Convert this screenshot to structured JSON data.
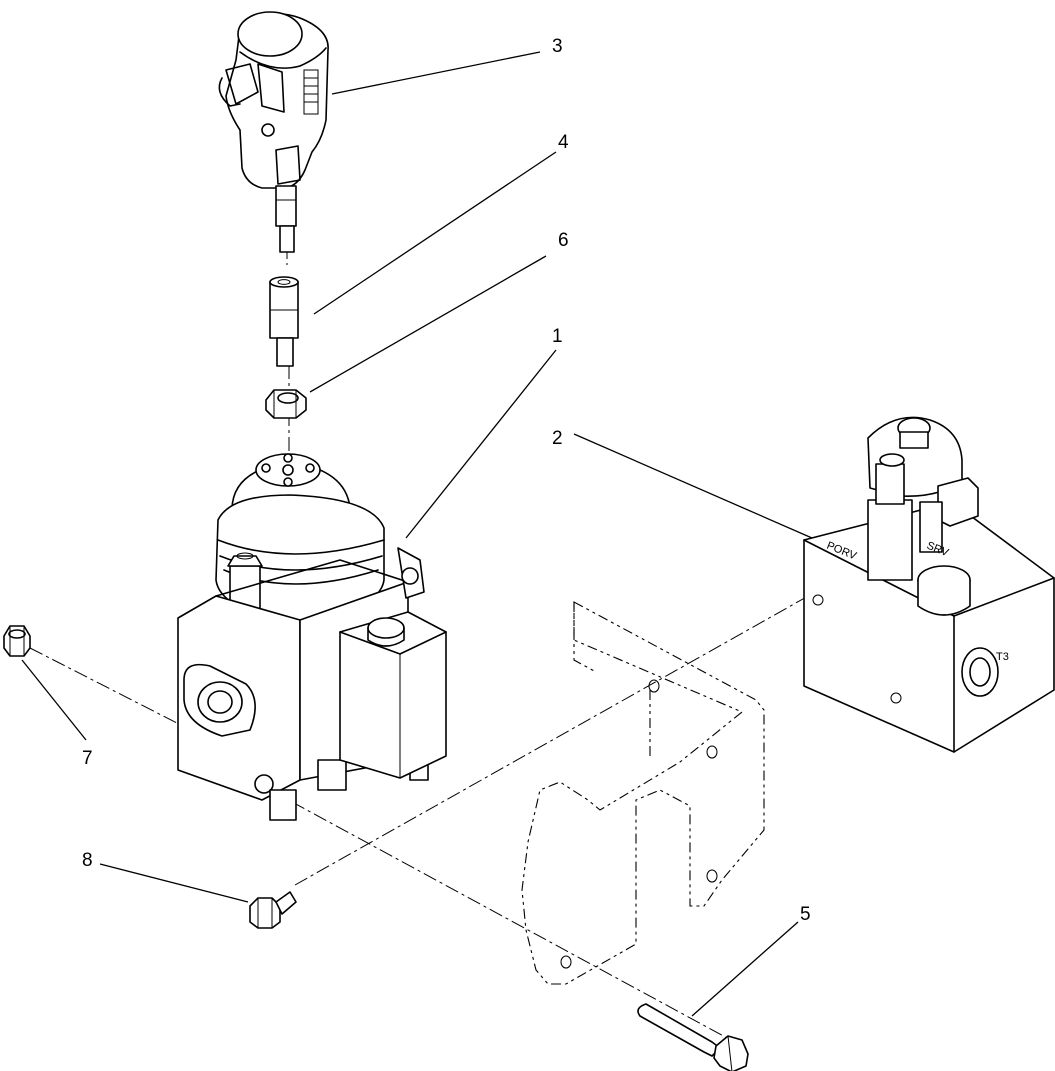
{
  "callouts": {
    "c1": "1",
    "c2": "2",
    "c3": "3",
    "c4": "4",
    "c5": "5",
    "c6": "6",
    "c7": "7",
    "c8": "8"
  },
  "manifold_labels": {
    "port_t3": "T3",
    "porv": "PORV",
    "srv": "SRV"
  }
}
